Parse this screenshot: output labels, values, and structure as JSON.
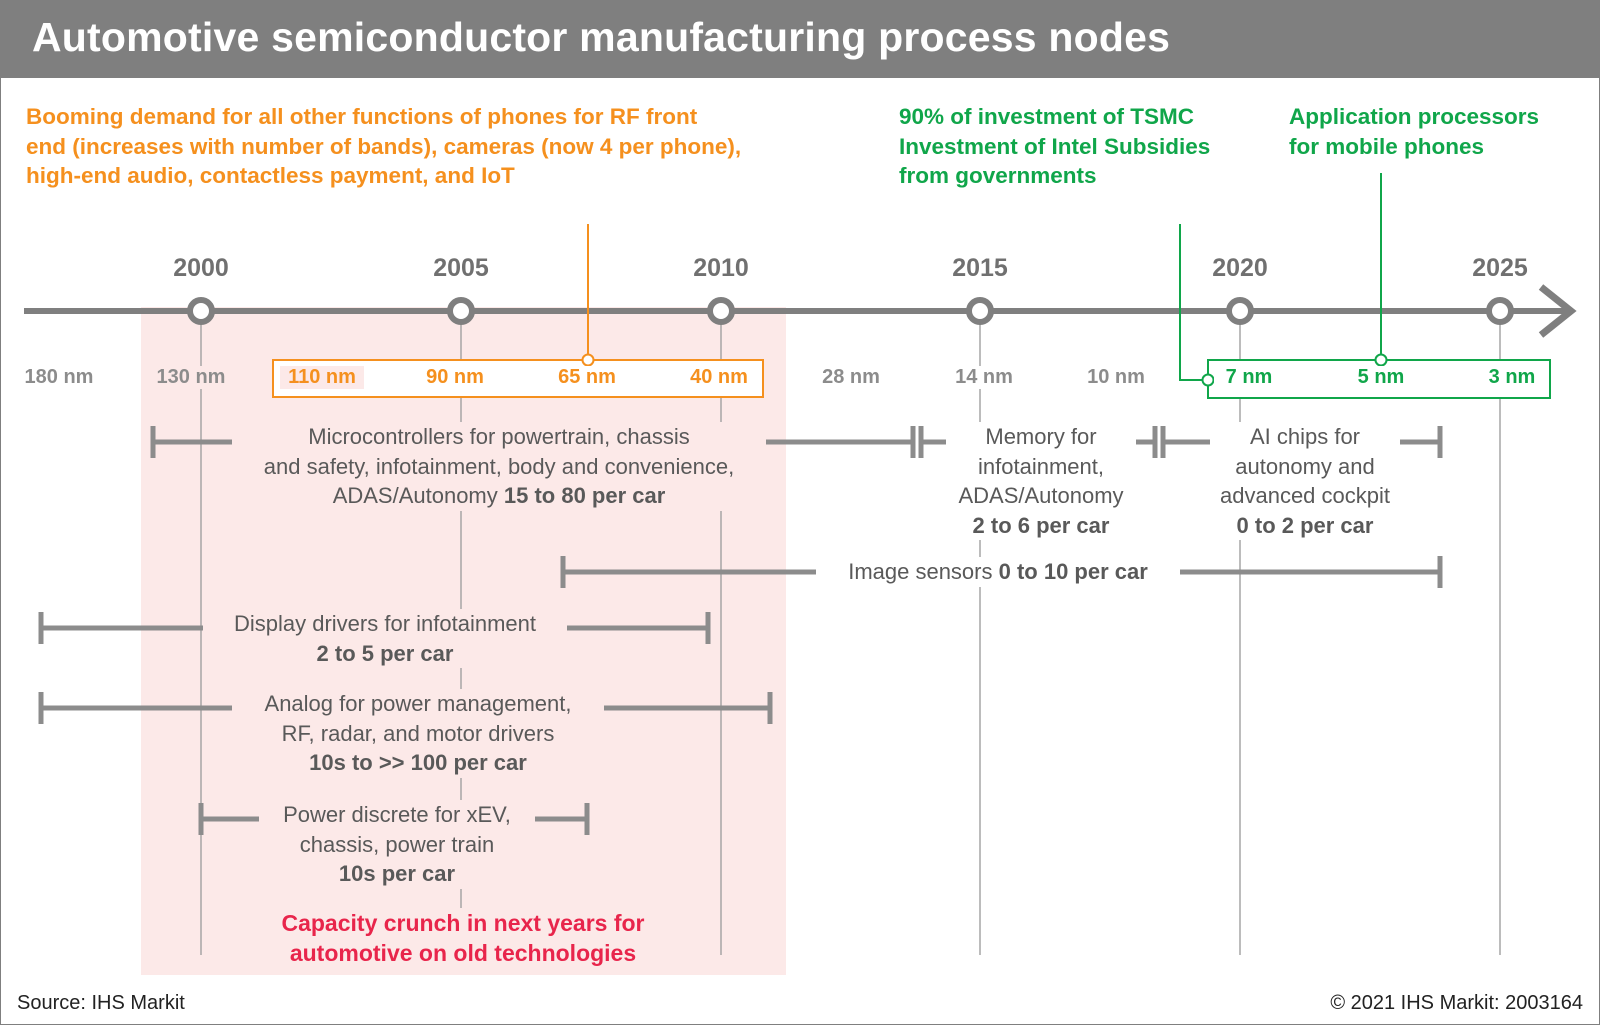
{
  "title": "Automotive semiconductor manufacturing process nodes",
  "notes": {
    "phones_demand": "Booming demand for all other functions of phones for RF front\nend (increases with number of bands), cameras (now 4 per phone),\nhigh-end audio, contactless payment, and IoT",
    "tsmc_investment": "90% of investment of TSMC\nInvestment of Intel Subsidies\nfrom governments",
    "application_processors": "Application processors\nfor mobile phones"
  },
  "timeline": {
    "years": [
      "2000",
      "2005",
      "2010",
      "2015",
      "2020",
      "2025"
    ]
  },
  "nodes": {
    "n180": "180 nm",
    "n130": "130 nm",
    "n110": "110 nm",
    "n90": "90 nm",
    "n65": "65 nm",
    "n40": "40 nm",
    "n28": "28 nm",
    "n14": "14 nm",
    "n10": "10 nm",
    "n7": "7 nm",
    "n5": "5 nm",
    "n3": "3 nm"
  },
  "segments": {
    "microcontrollers": {
      "line1": "Microcontrollers for powertrain, chassis",
      "line2": "and safety, infotainment, body and convenience,",
      "line3": "ADAS/Autonomy ",
      "count": "15 to 80 per car"
    },
    "memory": {
      "line1": "Memory for",
      "line2": "infotainment,",
      "line3": "ADAS/Autonomy",
      "count": "2 to 6 per car"
    },
    "ai_chips": {
      "line1": "AI chips for",
      "line2": "autonomy and",
      "line3": "advanced cockpit",
      "count": "0 to 2 per car"
    },
    "image_sensors": {
      "line1": "Image sensors ",
      "count": "0 to 10 per car"
    },
    "display_drivers": {
      "line1": "Display drivers for infotainment",
      "count": "2 to 5 per car"
    },
    "analog": {
      "line1": "Analog for power management,",
      "line2": "RF, radar, and motor drivers",
      "count": "10s to >> 100 per car"
    },
    "power_discrete": {
      "line1": "Power discrete for xEV,",
      "line2": "chassis, power train",
      "count": "10s per car"
    }
  },
  "capacity_crunch": "Capacity crunch in next years for\nautomotive on old technologies",
  "footer": {
    "source": "Source: IHS Markit",
    "copyright": "© 2021 IHS Markit: 2003164"
  },
  "colors": {
    "orange": "#f5901e",
    "green": "#10a64a",
    "gray": "#7f7f7f",
    "crunch_zone": "#fce9e8",
    "crunch_text": "#e8254b"
  }
}
